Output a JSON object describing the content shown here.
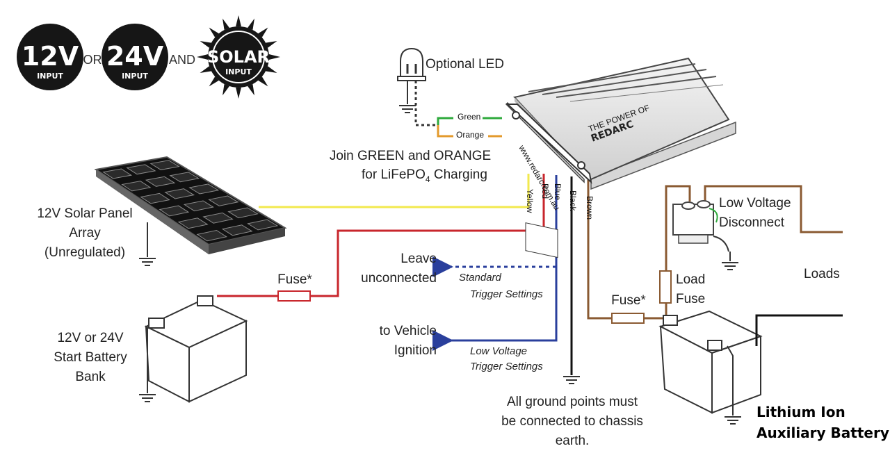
{
  "badges": {
    "v12": {
      "value": "12V",
      "sub": "INPUT"
    },
    "or": "OR",
    "v24": {
      "value": "24V",
      "sub": "INPUT"
    },
    "and": "AND",
    "solar": {
      "value": "SOLAR",
      "sub": "INPUT"
    }
  },
  "led": {
    "label": "Optional LED"
  },
  "wires": {
    "green": "Green",
    "orange": "Orange",
    "yellow": "Yellow",
    "red": "Red",
    "blue": "Blue",
    "black": "Black",
    "brown": "Brown"
  },
  "join_note": {
    "line1": "Join GREEN and ORANGE",
    "line2": "for LiFePO",
    "sub": "4",
    "line2_end": " Charging"
  },
  "device": {
    "brand": "REDARC",
    "tagline": "THE POWER OF",
    "website": "www.redarc.com.au"
  },
  "solar_panel": {
    "line1": "12V Solar Panel",
    "line2": "Array",
    "line3": "(Unregulated)"
  },
  "fuse_left": "Fuse*",
  "fuse_right": "Fuse*",
  "load_fuse": {
    "line1": "Load",
    "line2": "Fuse"
  },
  "start_battery": {
    "line1": "12V or 24V",
    "line2": "Start Battery",
    "line3": "Bank"
  },
  "leave": {
    "line1": "Leave",
    "line2": "unconnected"
  },
  "standard": {
    "line1": "Standard",
    "line2": "Trigger Settings"
  },
  "ignition": {
    "line1": "to Vehicle",
    "line2": "Ignition"
  },
  "low_voltage": {
    "line1": "Low Voltage",
    "line2": "Trigger Settings"
  },
  "ground_note": {
    "line1": "All ground points must",
    "line2": "be connected to chassis",
    "line3": "earth."
  },
  "lvd": {
    "line1": "Low Voltage",
    "line2": "Disconnect"
  },
  "loads": "Loads",
  "aux_battery": {
    "line1": "Lithium Ion",
    "line2": "Auxiliary Battery"
  },
  "colors": {
    "green": "#2eaa3c",
    "orange": "#e39a2c",
    "yellow": "#f2e94e",
    "red": "#c8262c",
    "blue": "#2a3f9c",
    "black": "#111111",
    "brown": "#8a5a32"
  }
}
